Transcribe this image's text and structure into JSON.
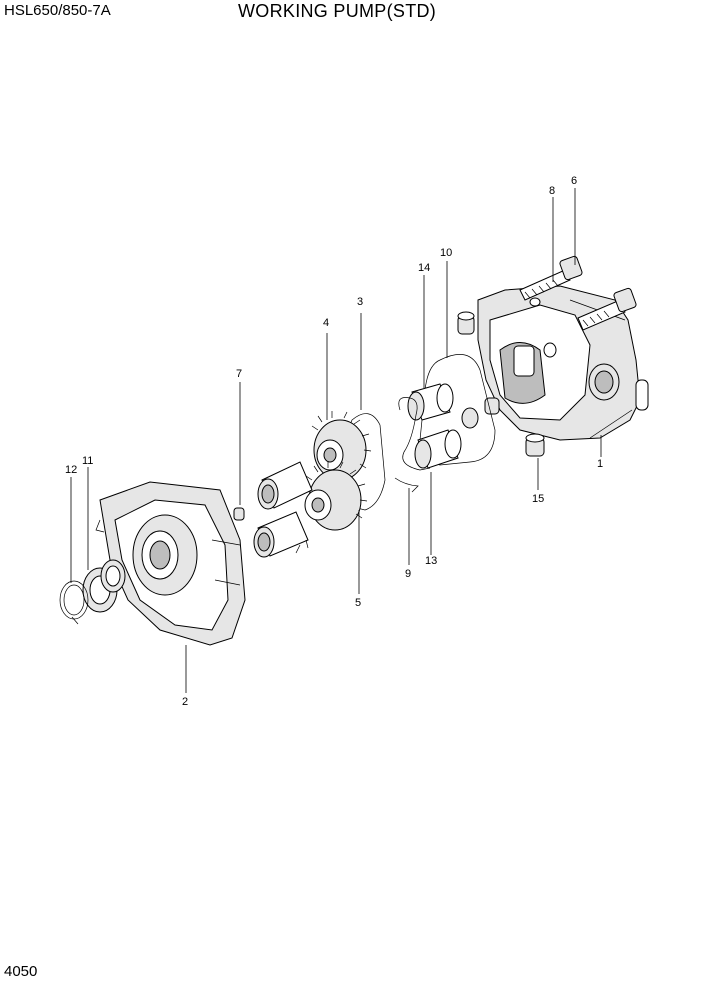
{
  "header": {
    "model": "HSL650/850-7A",
    "title": "WORKING PUMP(STD)"
  },
  "footer": {
    "page_number": "4050"
  },
  "callouts": {
    "c1": "1",
    "c2": "2",
    "c3": "3",
    "c4": "4",
    "c5": "5",
    "c6": "6",
    "c7": "7",
    "c8": "8",
    "c9": "9",
    "c10": "10",
    "c11": "11",
    "c12": "12",
    "c13": "13",
    "c14": "14",
    "c15": "15"
  }
}
